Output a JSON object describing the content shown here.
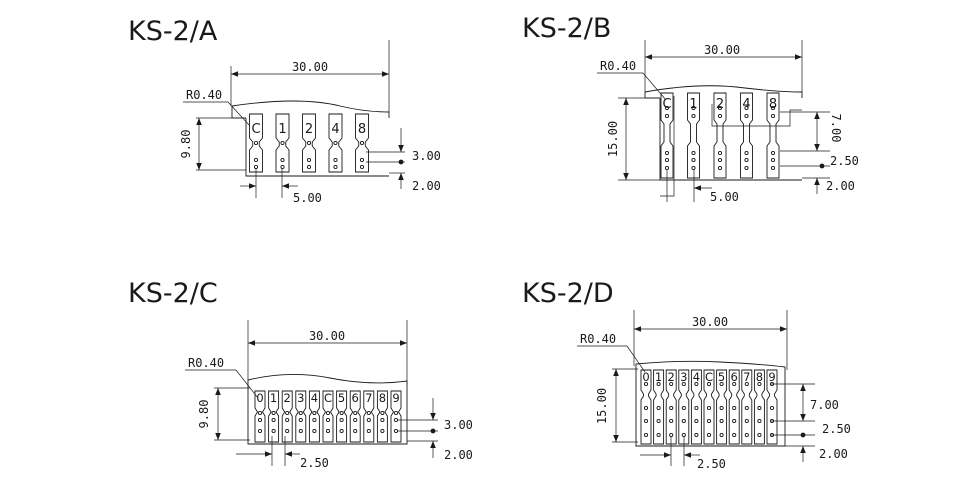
{
  "panels": [
    {
      "title": "KS-2/A",
      "width_label": "30.00",
      "radius_label": "R0.40",
      "height_label": "9.80",
      "pins": [
        "C",
        "1",
        "2",
        "4",
        "8"
      ],
      "dims": [
        "3.00",
        "2.00"
      ],
      "pitch_label": "5.00"
    },
    {
      "title": "KS-2/B",
      "width_label": "30.00",
      "radius_label": "R0.40",
      "height_label": "15.00",
      "pins": [
        "C",
        "1",
        "2",
        "4",
        "8"
      ],
      "dims": [
        "7.00",
        "2.50",
        "2.00"
      ],
      "pitch_label": "5.00"
    },
    {
      "title": "KS-2/C",
      "width_label": "30.00",
      "radius_label": "R0.40",
      "height_label": "9.80",
      "pins": [
        "0",
        "1",
        "2",
        "3",
        "4",
        "C",
        "5",
        "6",
        "7",
        "8",
        "9"
      ],
      "dims": [
        "3.00",
        "2.00"
      ],
      "pitch_label": "2.50"
    },
    {
      "title": "KS-2/D",
      "width_label": "30.00",
      "radius_label": "R0.40",
      "height_label": "15.00",
      "pins": [
        "0",
        "1",
        "2",
        "3",
        "4",
        "C",
        "5",
        "6",
        "7",
        "8",
        "9"
      ],
      "dims": [
        "7.00",
        "2.50",
        "2.00"
      ],
      "pitch_label": "2.50"
    }
  ]
}
